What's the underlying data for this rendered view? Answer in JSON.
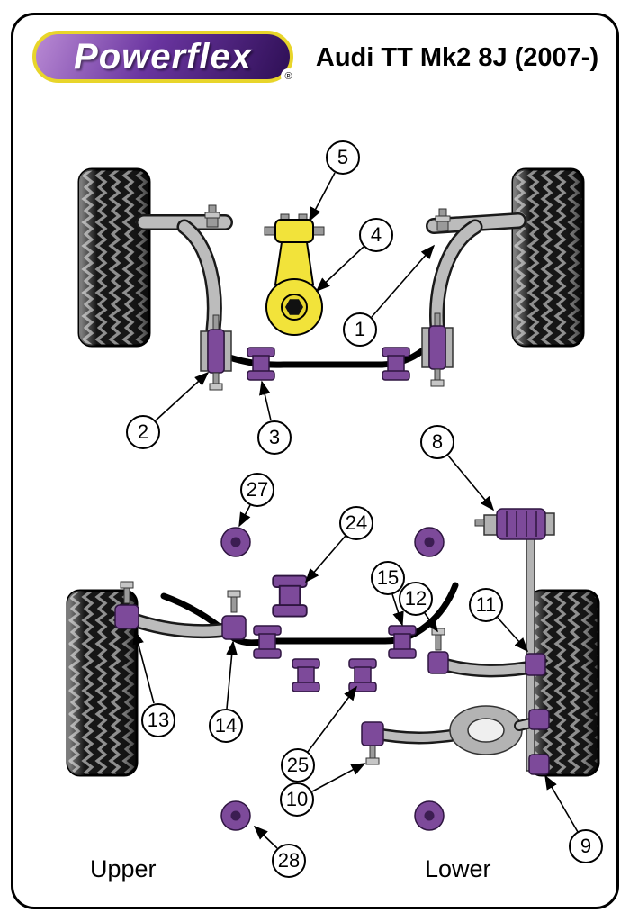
{
  "header": {
    "logo_text": "Powerflex",
    "registered_mark": "®",
    "title": "Audi TT Mk2 8J (2007-)"
  },
  "footer": {
    "upper_label": "Upper",
    "lower_label": "Lower"
  },
  "colors": {
    "bushing_purple": "#7d4a9a",
    "bushing_purple_dark": "#2e1540",
    "highlight_yellow": "#f2e33a",
    "logo_border_yellow": "#e8d52a"
  },
  "callouts": [
    {
      "label": "5"
    },
    {
      "label": "4"
    },
    {
      "label": "1"
    },
    {
      "label": "2"
    },
    {
      "label": "3"
    },
    {
      "label": "8"
    },
    {
      "label": "27"
    },
    {
      "label": "24"
    },
    {
      "label": "15"
    },
    {
      "label": "12"
    },
    {
      "label": "11"
    },
    {
      "label": "13"
    },
    {
      "label": "14"
    },
    {
      "label": "25"
    },
    {
      "label": "10"
    },
    {
      "label": "9"
    },
    {
      "label": "28"
    }
  ]
}
